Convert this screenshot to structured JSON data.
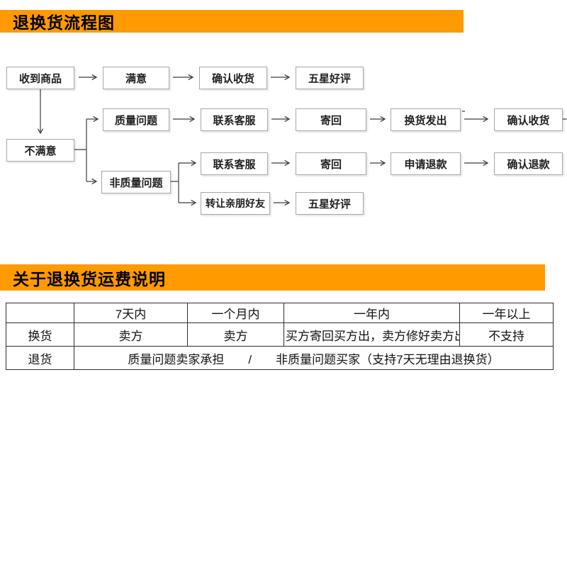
{
  "colors": {
    "accent_orange": "#FF9A00",
    "flow_box_border": "#a8a8a8",
    "connector": "#3c3c3c",
    "table_border": "#2e2e2e",
    "text": "#111111"
  },
  "header1": {
    "title": "退换货流程图"
  },
  "header2": {
    "title": "关于退换货运费说明"
  },
  "flow": {
    "nodes": [
      {
        "label": "收到商品"
      },
      {
        "label": "满意"
      },
      {
        "label": "确认收货"
      },
      {
        "label": "五星好评"
      },
      {
        "label": "质量问题"
      },
      {
        "label": "联系客服"
      },
      {
        "label": "寄回"
      },
      {
        "label": "换货发出"
      },
      {
        "label": "确认收货"
      },
      {
        "label": "不满意"
      },
      {
        "label": "联系客服"
      },
      {
        "label": "寄回"
      },
      {
        "label": "申请退款"
      },
      {
        "label": "确认退款"
      },
      {
        "label": "非质量问题"
      },
      {
        "label": "转让亲朋好友"
      },
      {
        "label": "五星好评"
      }
    ],
    "edges": [
      {
        "from": "收到商品",
        "to": "满意"
      },
      {
        "from": "满意",
        "to": "确认收货"
      },
      {
        "from": "确认收货",
        "to": "五星好评"
      },
      {
        "from": "收到商品",
        "to": "不满意"
      },
      {
        "from": "不满意",
        "to": "质量问题"
      },
      {
        "from": "不满意",
        "to": "非质量问题"
      },
      {
        "from": "质量问题",
        "to": "联系客服"
      },
      {
        "from": "联系客服",
        "to": "寄回"
      },
      {
        "from": "寄回",
        "to": "换货发出"
      },
      {
        "from": "换货发出",
        "to": "确认收货"
      },
      {
        "from": "非质量问题",
        "to": "联系客服"
      },
      {
        "from": "联系客服",
        "to": "寄回"
      },
      {
        "from": "寄回",
        "to": "申请退款"
      },
      {
        "from": "申请退款",
        "to": "确认退款"
      },
      {
        "from": "非质量问题",
        "to": "转让亲朋好友"
      },
      {
        "from": "转让亲朋好友",
        "to": "五星好评"
      }
    ]
  },
  "table": {
    "headers": [
      "",
      "7天内",
      "一个月内",
      "一年内",
      "一年以上"
    ],
    "rows": [
      {
        "label": "换货",
        "cells": [
          "卖方",
          "卖方",
          "买方寄回买方出，卖方修好卖方出",
          "不支持"
        ]
      },
      {
        "label": "退货",
        "cells": [
          "质量问题卖家承担　　/　　非质量问题买家（支持7天无理由退换货）"
        ]
      }
    ]
  }
}
